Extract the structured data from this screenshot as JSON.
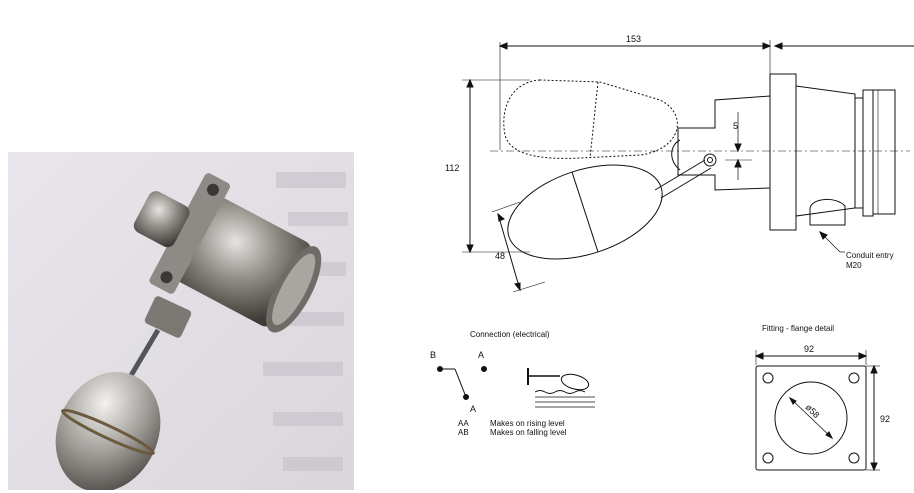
{
  "photo": {
    "subject": "stainless steel float switch photograph"
  },
  "side_view": {
    "dim_length": "153",
    "dim_height": "112",
    "dim_float_dia": "48",
    "dim_offset": "5",
    "conduit_label": "Conduit entry",
    "conduit_thread": "M20"
  },
  "connection": {
    "title": "Connection (electrical)",
    "terminal_b": "B",
    "terminal_a_top": "A",
    "terminal_a_bottom": "A",
    "legend": [
      {
        "code": "AA",
        "text": "Makes on rising level"
      },
      {
        "code": "AB",
        "text": "Makes on falling level"
      }
    ]
  },
  "flange": {
    "title": "Fitting - flange detail",
    "dim_width": "92",
    "dim_height": "92",
    "dim_hole": "ø58"
  }
}
